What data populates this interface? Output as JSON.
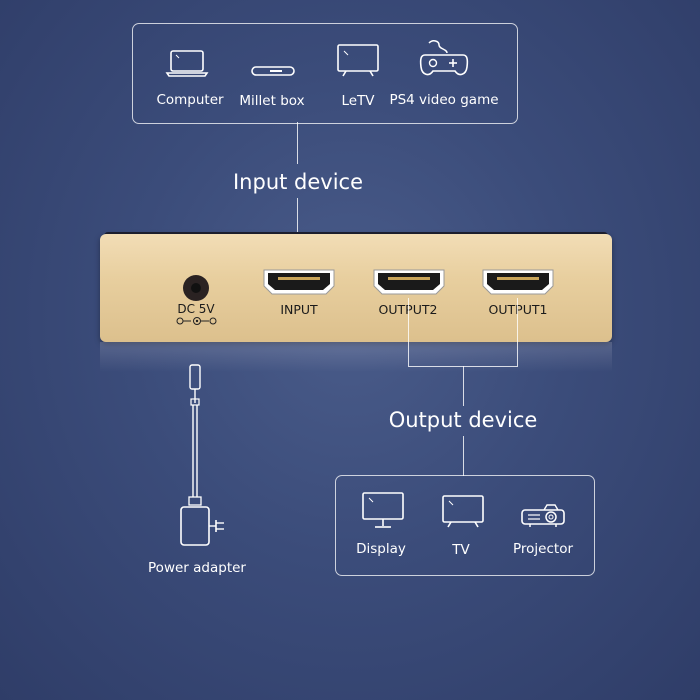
{
  "input_box": {
    "items": [
      {
        "label": "Computer",
        "icon": "laptop-icon"
      },
      {
        "label": "Millet box",
        "icon": "set-top-box-icon"
      },
      {
        "label": "LeTV",
        "icon": "tv-icon"
      },
      {
        "label": "PS4 video game",
        "icon": "gamepad-icon"
      }
    ]
  },
  "input_title": "Input device",
  "device": {
    "power_label": "DC  5V",
    "ports": [
      "INPUT",
      "OUTPUT2",
      "OUTPUT1"
    ]
  },
  "output_title": "Output device",
  "output_box": {
    "items": [
      {
        "label": "Display",
        "icon": "monitor-icon"
      },
      {
        "label": "TV",
        "icon": "tv-icon"
      },
      {
        "label": "Projector",
        "icon": "projector-icon"
      }
    ]
  },
  "power_adapter_label": "Power adapter"
}
